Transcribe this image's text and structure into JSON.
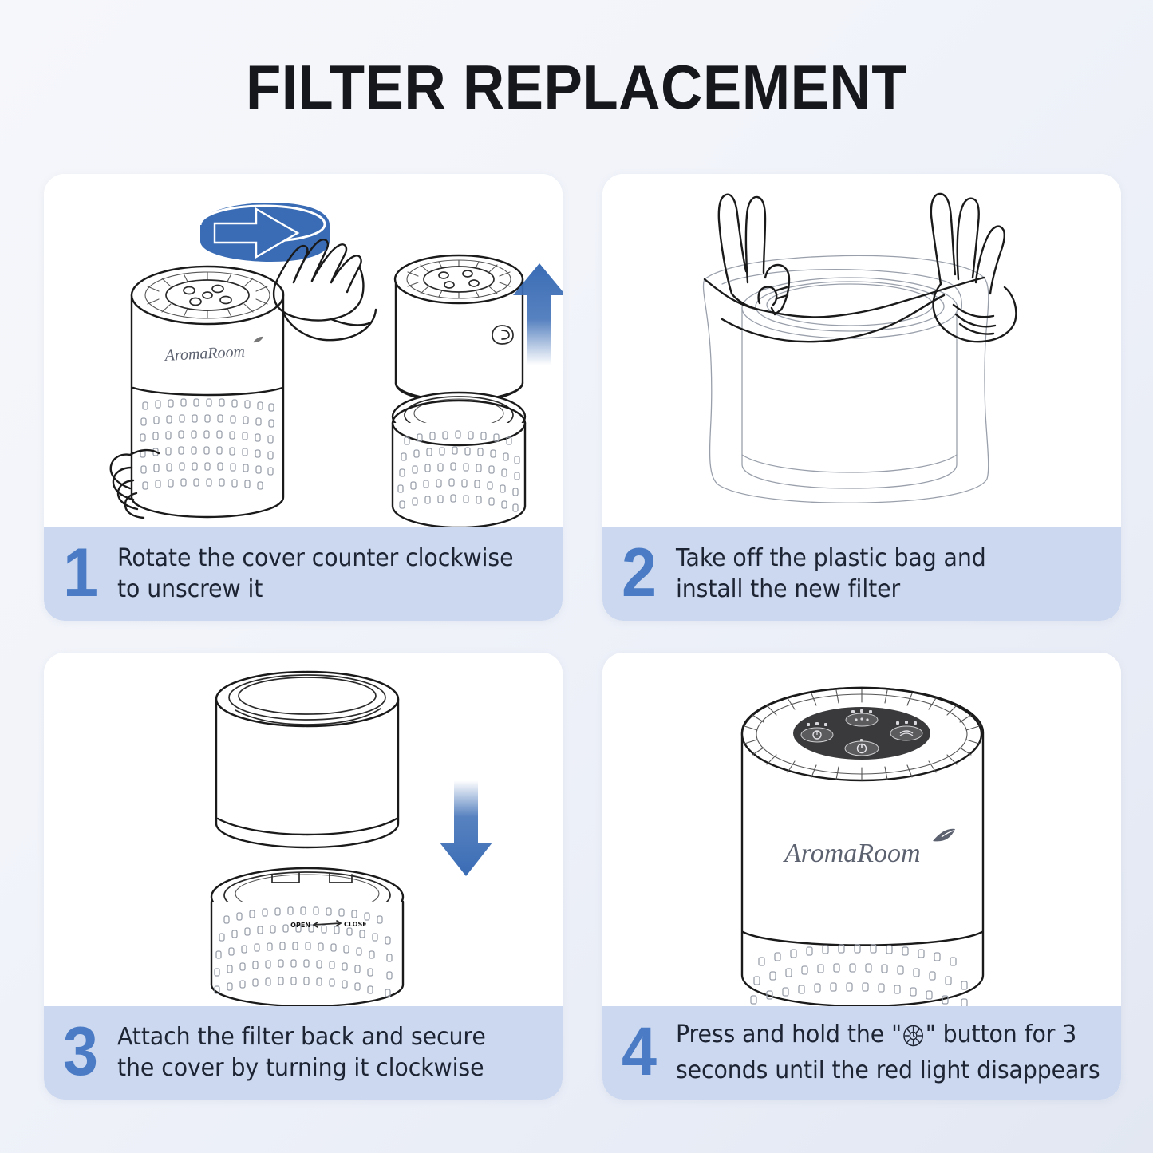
{
  "title": "FILTER REPLACEMENT",
  "colors": {
    "accent_blue": "#3a6cb5",
    "number_blue": "#4a7bc4",
    "caption_band": "#ccd8ef",
    "card_bg": "#ffffff",
    "page_bg_start": "#f6f7fb",
    "page_bg_end": "#e2e7f2",
    "ink": "#1a1a1a"
  },
  "brand": {
    "name": "AromaRoom",
    "leaf_icon": "leaf-icon"
  },
  "steps": [
    {
      "number": "1",
      "text_lines": [
        "Rotate the cover counter clockwise",
        "to unscrew it"
      ],
      "art": {
        "name": "unscrew-cover-illustration",
        "icons": [
          "rotate-arrow-icon",
          "hand-icon",
          "air-purifier-icon",
          "up-arrow-icon"
        ],
        "brand_on_body": "AromaRoom"
      }
    },
    {
      "number": "2",
      "text_lines": [
        "Take off the plastic bag and",
        "install the new filter"
      ],
      "art": {
        "name": "remove-plastic-bag-illustration",
        "icons": [
          "hand-icon",
          "hand-icon",
          "filter-cylinder-icon",
          "plastic-bag-icon"
        ]
      }
    },
    {
      "number": "3",
      "text_lines": [
        "Attach the filter back and secure",
        "the cover by turning it clockwise"
      ],
      "art": {
        "name": "reattach-filter-illustration",
        "icons": [
          "filter-cylinder-icon",
          "down-arrow-icon",
          "purifier-base-icon"
        ],
        "base_markings": {
          "open_label": "OPEN",
          "close_label": "CLOSE"
        }
      }
    },
    {
      "number": "4",
      "text_lines": [
        "Press and hold the \"",
        "\" button for 3",
        "seconds until the red light disappears"
      ],
      "text_before_icon": "Press and hold the \"",
      "inline_icon": "filter-reset-brightness-icon",
      "text_after_icon": "\" button for 3",
      "second_line": "seconds until the red light disappears",
      "art": {
        "name": "control-panel-illustration",
        "icons": [
          "air-purifier-icon",
          "control-panel-icon",
          "power-button-icon",
          "mode-button-icon",
          "timer-button-icon",
          "filter-reset-button-icon"
        ],
        "brand_on_body": "AromaRoom"
      }
    }
  ]
}
